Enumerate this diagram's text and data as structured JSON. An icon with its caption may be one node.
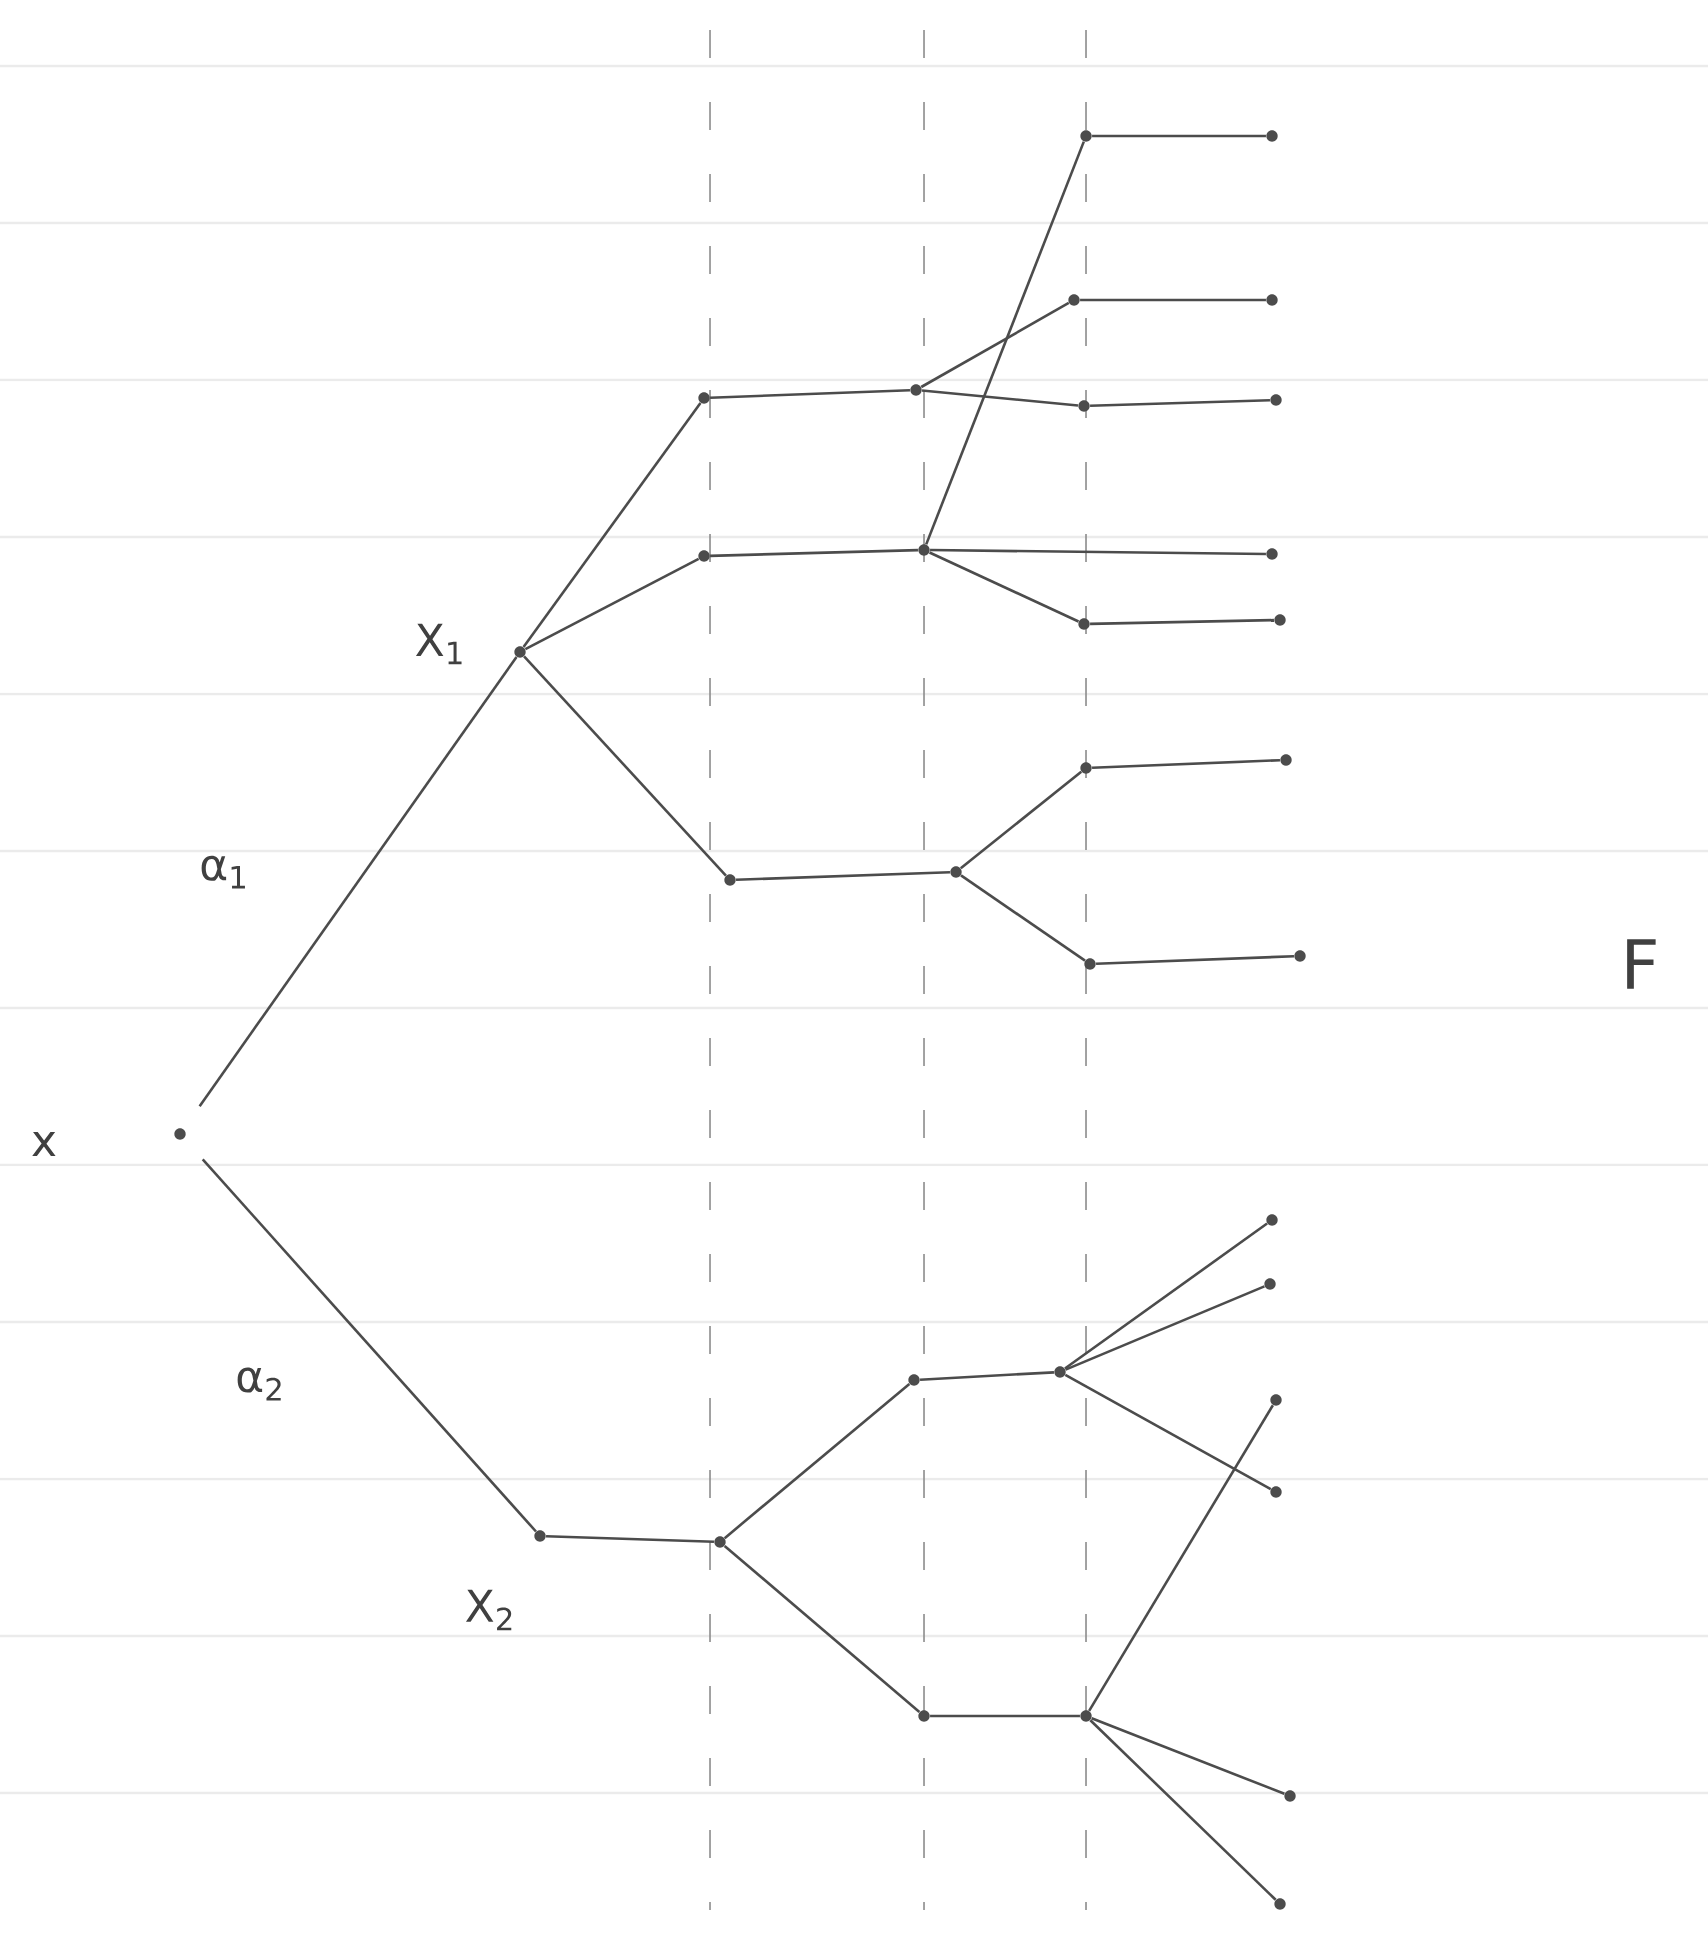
{
  "diagram": {
    "nodes": [
      {
        "text": [],
        "shape": "circle",
        "beside": [
          "x"
        ]
      },
      {
        "text": [],
        "shape": "circle",
        "beside": [
          "X$_{1}$"
        ]
      },
      {
        "text": [],
        "shape": "circle",
        "beside": [
          "X$_{2}$"
        ]
      },
      {
        "text": [],
        "shape": "circle"
      },
      {
        "text": [],
        "shape": "circle"
      },
      {
        "text": [],
        "shape": "circle"
      },
      {
        "text": [],
        "shape": "circle"
      },
      {
        "text": [],
        "shape": "circle"
      },
      {
        "text": [],
        "shape": "circle"
      },
      {
        "text": [],
        "shape": "circle"
      },
      {
        "text": [],
        "shape": "circle"
      },
      {
        "text": [],
        "shape": "circle"
      },
      {
        "text": [],
        "shape": "circle"
      },
      {
        "text": [],
        "shape": "circle"
      },
      {
        "text": [],
        "shape": "circle"
      },
      {
        "text": [],
        "shape": "circle"
      },
      {
        "text": [],
        "shape": "circle"
      },
      {
        "text": [],
        "shape": "circle"
      },
      {
        "text": [],
        "shape": "circle"
      },
      {
        "text": [],
        "shape": "circle"
      },
      {
        "text": [],
        "shape": "circle"
      },
      {
        "text": [],
        "shape": "circle"
      },
      {
        "text": [],
        "shape": "circle"
      },
      {
        "text": [],
        "shape": "circle"
      },
      {
        "text": [],
        "shape": "circle"
      },
      {
        "text": [],
        "shape": "circle"
      },
      {
        "text": [],
        "shape": "circle"
      },
      {
        "text": [],
        "shape": "circle"
      },
      {
        "text": [],
        "shape": "circle"
      },
      {
        "text": [],
        "shape": "circle"
      },
      {
        "text": [],
        "shape": "circle"
      },
      {
        "text": [],
        "shape": "circle"
      },
      {
        "text": [],
        "shape": "circle"
      }
    ],
    "edges": [
      {
        "from": 0,
        "to": 1,
        "arrow": "none",
        "label": "α$_{1}$"
      },
      {
        "from": 0,
        "to": 2,
        "arrow": "none",
        "label": "α$_{2}$"
      },
      {
        "from": 1,
        "to": 3,
        "arrow": "none"
      },
      {
        "from": 1,
        "to": 4,
        "arrow": "none"
      },
      {
        "from": 1,
        "to": 5,
        "arrow": "none"
      },
      {
        "from": 3,
        "to": 6,
        "arrow": "none"
      },
      {
        "from": 4,
        "to": 7,
        "arrow": "none"
      },
      {
        "from": 5,
        "to": 8,
        "arrow": "none"
      },
      {
        "from": 7,
        "to": 9,
        "arrow": "none"
      },
      {
        "from": 6,
        "to": 10,
        "arrow": "none"
      },
      {
        "from": 6,
        "to": 11,
        "arrow": "none"
      },
      {
        "from": 7,
        "to": 18,
        "arrow": "none"
      },
      {
        "from": 7,
        "to": 12,
        "arrow": "none"
      },
      {
        "from": 8,
        "to": 13,
        "arrow": "none"
      },
      {
        "from": 8,
        "to": 14,
        "arrow": "none"
      },
      {
        "from": 9,
        "to": 15,
        "arrow": "none"
      },
      {
        "from": 10,
        "to": 16,
        "arrow": "none"
      },
      {
        "from": 11,
        "to": 17,
        "arrow": "none"
      },
      {
        "from": 12,
        "to": 19,
        "arrow": "none"
      },
      {
        "from": 13,
        "to": 20,
        "arrow": "none"
      },
      {
        "from": 14,
        "to": 21,
        "arrow": "none"
      },
      {
        "from": 2,
        "to": 22,
        "arrow": "none"
      },
      {
        "from": 22,
        "to": 23,
        "arrow": "none"
      },
      {
        "from": 22,
        "to": 24,
        "arrow": "none"
      },
      {
        "from": 23,
        "to": 25,
        "arrow": "none"
      },
      {
        "from": 24,
        "to": 26,
        "arrow": "none"
      },
      {
        "from": 25,
        "to": 27,
        "arrow": "none"
      },
      {
        "from": 25,
        "to": 28,
        "arrow": "none"
      },
      {
        "from": 25,
        "to": 30,
        "arrow": "none"
      },
      {
        "from": 26,
        "to": 29,
        "arrow": "none"
      },
      {
        "from": 26,
        "to": 31,
        "arrow": "none"
      },
      {
        "from": 26,
        "to": 32,
        "arrow": "none"
      }
    ],
    "labels": [
      "F"
    ]
  }
}
